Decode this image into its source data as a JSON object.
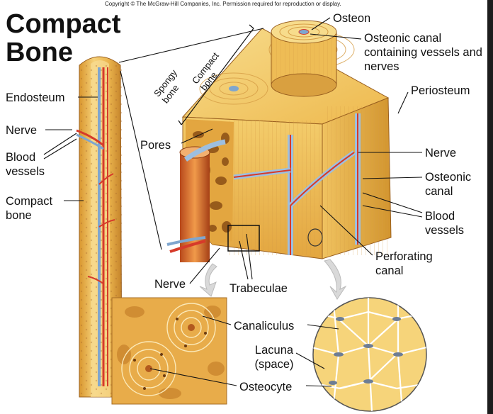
{
  "copyright": "Copyright © The McGraw-Hill Companies, Inc. Permission required for reproduction or display.",
  "title": "Compact Bone",
  "labels": {
    "osteon": "Osteon",
    "osteonic_canal_vessels": "Osteonic canal containing vessels and nerves",
    "periosteum": "Periosteum",
    "nerve_right": "Nerve",
    "osteonic_canal": "Osteonic canal",
    "blood_vessels_right": "Blood vessels",
    "perforating_canal": "Perforating canal",
    "endosteum": "Endosteum",
    "nerve_left": "Nerve",
    "blood_vessels_left": "Blood vessels",
    "compact_bone_left": "Compact bone",
    "pores": "Pores",
    "spongy_bone": "Spongy bone",
    "compact_bone_bracket": "Compact bone",
    "nerve_bottom": "Nerve",
    "trabeculae": "Trabeculae",
    "canaliculus": "Canaliculus",
    "lacuna": "Lacuna (space)",
    "osteocyte": "Osteocyte"
  },
  "colors": {
    "bone": "#f2c35a",
    "bone_light": "#f7dc8c",
    "bone_dark": "#c98a2e",
    "vessel_red": "#d63a2a",
    "vessel_blue": "#7fa6cf",
    "canal_blue": "#9dbfe0"
  }
}
